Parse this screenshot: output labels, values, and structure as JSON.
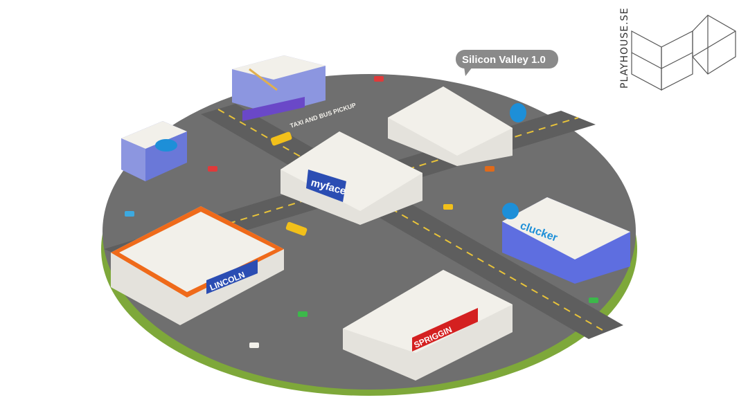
{
  "callout": {
    "text": "Silicon Valley 1.0"
  },
  "brand": {
    "name": "PLAYHOUSE.SE"
  },
  "signs": {
    "myface": "myface",
    "clucker": "clucker",
    "lincoln": "LINCOLN",
    "banner_red": "SPRIGGIN",
    "bus_pickup": "TAXI AND BUS PICKUP"
  },
  "colors": {
    "ground": "#6f6f6f",
    "grass": "#7ea83a",
    "road_line": "#e8c33a",
    "roof": "#f2f0ea",
    "myface_sign": "#2b4db3",
    "clucker_sign": "#1d8fd8",
    "lincoln_roof": "#ef6a1a",
    "red_sign": "#d42020",
    "callout_bg": "#8a8a8a"
  }
}
